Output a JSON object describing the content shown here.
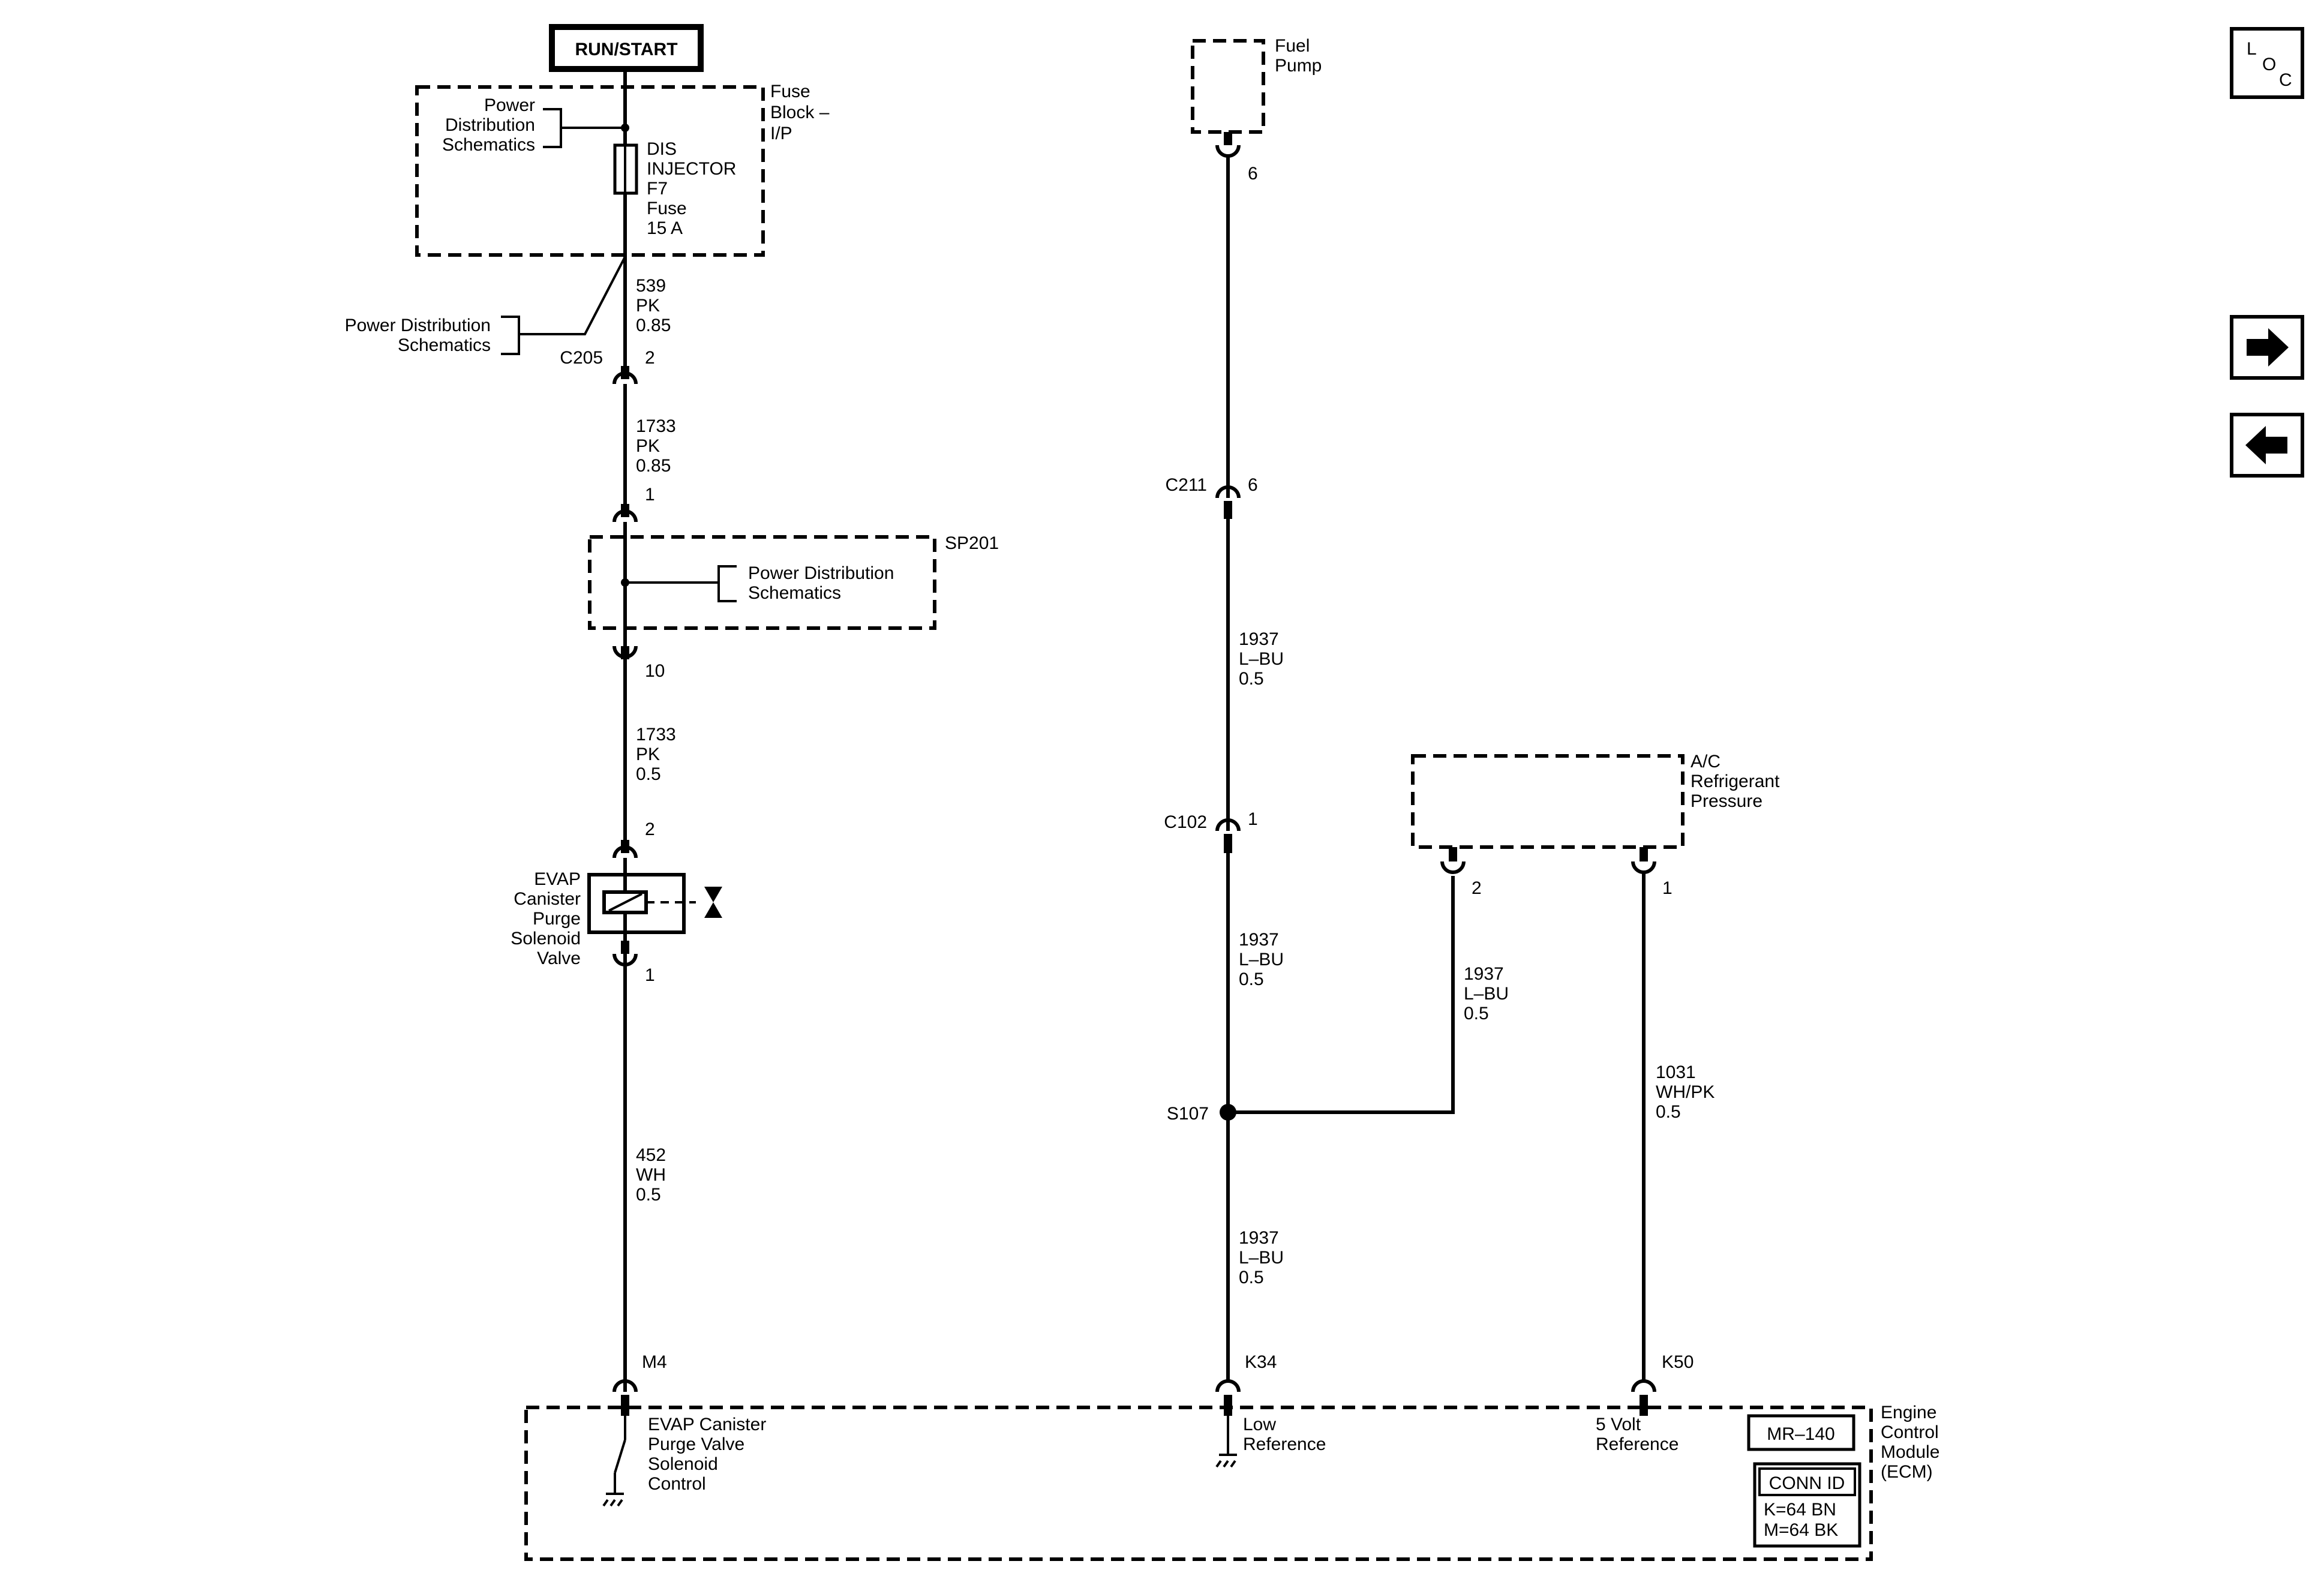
{
  "header_box": "RUN/START",
  "fuse_block": {
    "label": [
      "Fuse",
      "Block –",
      "I/P"
    ],
    "power_ref_top": [
      "Power",
      "Distribution",
      "Schematics"
    ],
    "fuse": [
      "DIS",
      "INJECTOR",
      "F7",
      "Fuse",
      "15 A"
    ]
  },
  "power_ref_c205": [
    "Power Distribution",
    "Schematics"
  ],
  "wire_539": [
    "539",
    "PK",
    "0.85"
  ],
  "c205": {
    "name": "C205",
    "pin": "2"
  },
  "wire_1733a": [
    "1733",
    "PK",
    "0.85"
  ],
  "sp201": {
    "name": "SP201",
    "pin_top": "1",
    "pin_bottom": "10",
    "ref": [
      "Power Distribution",
      "Schematics"
    ]
  },
  "wire_1733b": [
    "1733",
    "PK",
    "0.5"
  ],
  "evap": {
    "pin_top": "2",
    "pin_bottom": "1",
    "label": [
      "EVAP",
      "Canister",
      "Purge",
      "Solenoid",
      "Valve"
    ]
  },
  "wire_452": [
    "452",
    "WH",
    "0.5"
  ],
  "fuel_pump": {
    "label": [
      "Fuel",
      "Pump"
    ],
    "pin": "6"
  },
  "c211": {
    "name": "C211",
    "pin": "6"
  },
  "wire_1937a": [
    "1937",
    "L–BU",
    "0.5"
  ],
  "c102": {
    "name": "C102",
    "pin": "1"
  },
  "wire_1937b": [
    "1937",
    "L–BU",
    "0.5"
  ],
  "s107": "S107",
  "wire_1937c": [
    "1937",
    "L–BU",
    "0.5"
  ],
  "wire_1937d": [
    "1937",
    "L–BU",
    "0.5"
  ],
  "ac": {
    "label": [
      "A/C",
      "Refrigerant",
      "Pressure"
    ],
    "pin_left": "2",
    "pin_right": "1"
  },
  "wire_1031": [
    "1031",
    "WH/PK",
    "0.5"
  ],
  "ecm": {
    "label": [
      "Engine",
      "Control",
      "Module",
      "(ECM)"
    ],
    "pins": [
      "M4",
      "K34",
      "K50"
    ],
    "m4_desc": [
      "EVAP Canister",
      "Purge Valve",
      "Solenoid",
      "Control"
    ],
    "k34_desc": [
      "Low",
      "Reference"
    ],
    "k50_desc": [
      "5 Volt",
      "Reference"
    ],
    "mr_box": "MR–140",
    "conn_id": "CONN ID",
    "conn_lines": [
      "K=64 BN",
      "M=64 BK"
    ]
  },
  "nav": {
    "loc": [
      "L",
      "O",
      "C"
    ],
    "forward_icon": "arrow-right-icon",
    "back_icon": "arrow-left-icon"
  }
}
